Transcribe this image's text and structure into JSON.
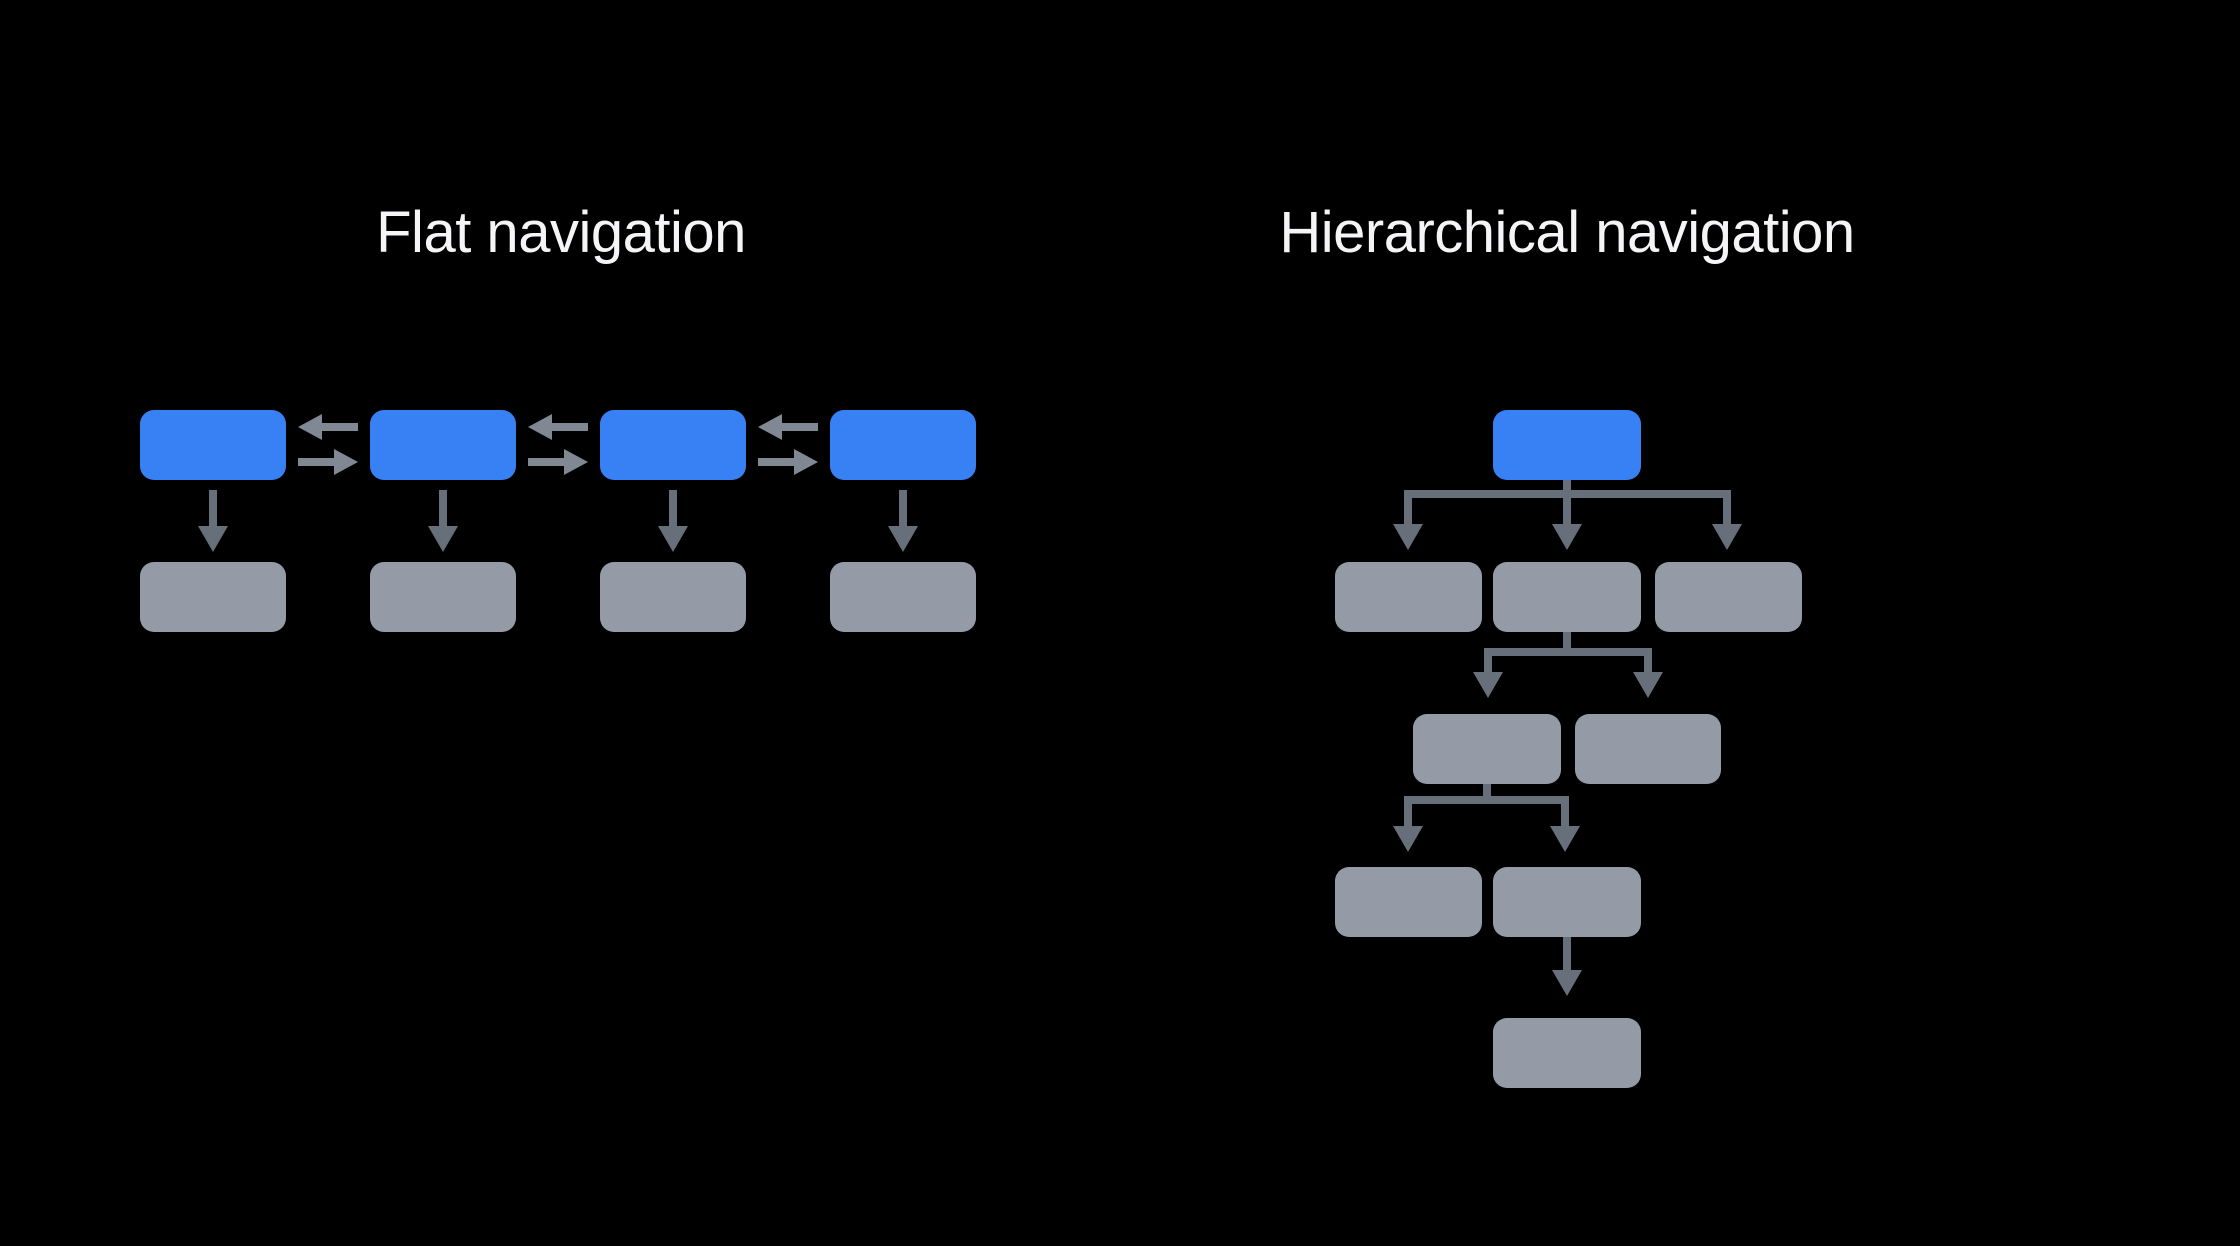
{
  "titles": {
    "flat": "Flat navigation",
    "hierarchical": "Hierarchical navigation"
  },
  "colors": {
    "background": "#000000",
    "title_color": "#F5F5F7",
    "selected_blue": "#3881F5",
    "node_gray": "#949BA7",
    "connector_gray": "#67707A",
    "pair_arrow_gray": "#7F8893"
  },
  "diagram": {
    "flat": {
      "type": "flat-navigation-pattern",
      "top_level_nodes": 4,
      "top_level_color": "blue",
      "child_nodes": 4,
      "child_color": "gray",
      "links": [
        "bidirectional left/right arrows between each pair of adjacent top-level nodes",
        "downward arrow from each top-level node to its child node"
      ]
    },
    "hierarchical": {
      "type": "hierarchical-navigation-pattern",
      "levels": [
        {
          "level": 0,
          "nodes": 1,
          "color": "blue"
        },
        {
          "level": 1,
          "nodes": 3,
          "color": "gray",
          "parent": "level 0 node"
        },
        {
          "level": 2,
          "nodes": 2,
          "color": "gray",
          "parent": "level 1 middle node"
        },
        {
          "level": 3,
          "nodes": 2,
          "color": "gray",
          "parent": "level 2 left node"
        },
        {
          "level": 4,
          "nodes": 1,
          "color": "gray",
          "parent": "level 3 right node"
        }
      ],
      "links": [
        "branching elbow connectors with downward arrowheads from each parent to its children"
      ]
    }
  }
}
